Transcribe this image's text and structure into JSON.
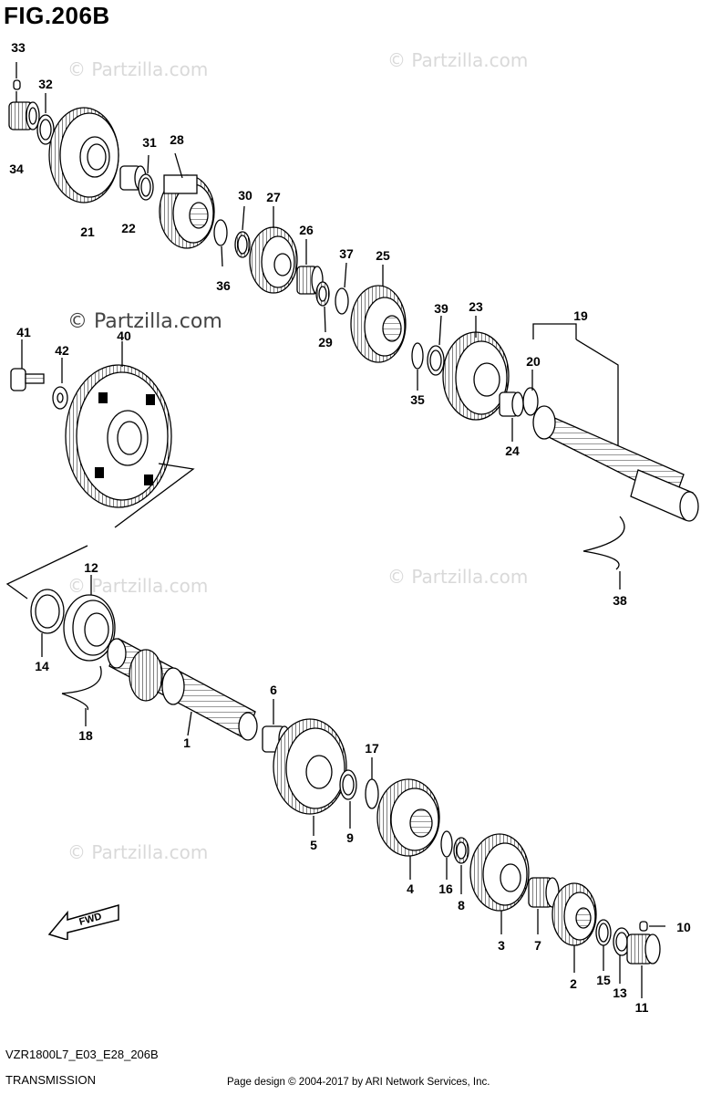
{
  "figure": {
    "title": "FIG.206B",
    "code": "VZR1800L7_E03_E28_206B",
    "caption": "TRANSMISSION",
    "credit": "Page design © 2004-2017 by ARI Network Services, Inc."
  },
  "watermarks": [
    "© Partzilla.com",
    "© Partzilla.com",
    "© Partzilla.com",
    "© Partzilla.com",
    "© Partzilla.com",
    "© Partzilla.com"
  ],
  "fwd_label": "FWD",
  "callouts": [
    "1",
    "2",
    "3",
    "4",
    "5",
    "6",
    "7",
    "8",
    "9",
    "10",
    "11",
    "12",
    "13",
    "14",
    "15",
    "16",
    "17",
    "18",
    "19",
    "20",
    "21",
    "22",
    "23",
    "24",
    "25",
    "26",
    "27",
    "28",
    "29",
    "30",
    "31",
    "32",
    "33",
    "34",
    "35",
    "36",
    "37",
    "38",
    "39",
    "40",
    "41",
    "42"
  ]
}
